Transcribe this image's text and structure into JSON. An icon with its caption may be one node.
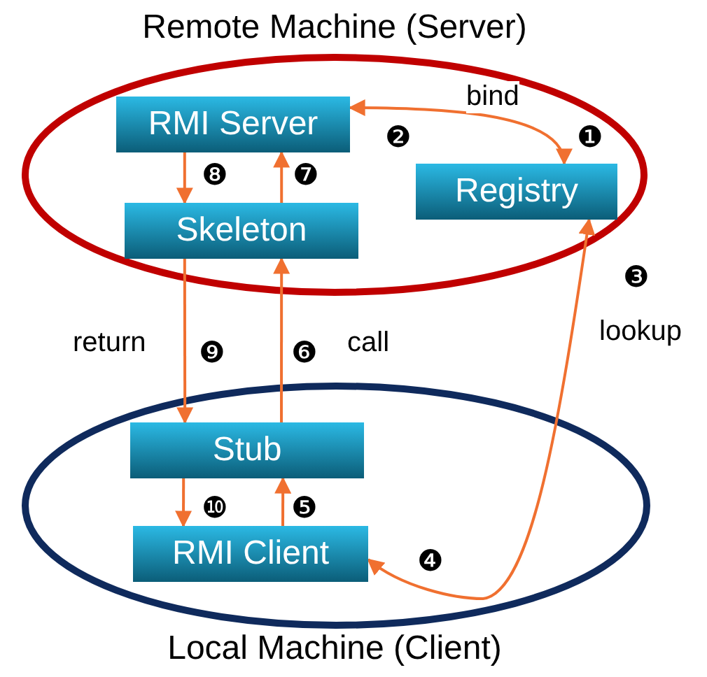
{
  "diagram": {
    "nodes": [
      {
        "text": [
          "Remote Machine (Server)"
        ]
      },
      {
        "text": [
          "RMI Server"
        ],
        "in": 0
      },
      {
        "text": [
          "Skeleton"
        ],
        "in": 0
      },
      {
        "text": [
          "Registry"
        ],
        "in": 0
      },
      {
        "text": [
          "Local Machine (Client)"
        ]
      },
      {
        "text": [
          "Stub"
        ],
        "in": 4
      },
      {
        "text": [
          "RMI Client"
        ],
        "in": 4
      }
    ],
    "edges": [
      {
        "from": 3,
        "to": 1,
        "arrow": "both",
        "label": "bind"
      },
      {
        "from": 1,
        "to": 2,
        "arrow": "to"
      },
      {
        "from": 2,
        "to": 1,
        "arrow": "to"
      },
      {
        "from": 2,
        "to": 5,
        "arrow": "to",
        "label": "return"
      },
      {
        "from": 5,
        "to": 2,
        "arrow": "to",
        "label": "call"
      },
      {
        "from": 5,
        "to": 6,
        "arrow": "to"
      },
      {
        "from": 6,
        "to": 5,
        "arrow": "to"
      },
      {
        "from": 6,
        "to": 3,
        "arrow": "both",
        "label": "lookup"
      }
    ],
    "labels": [
      "❷",
      "❶",
      "❽",
      "❼",
      "❸",
      "❾",
      "❻",
      "❿",
      "❺",
      "❹"
    ]
  }
}
